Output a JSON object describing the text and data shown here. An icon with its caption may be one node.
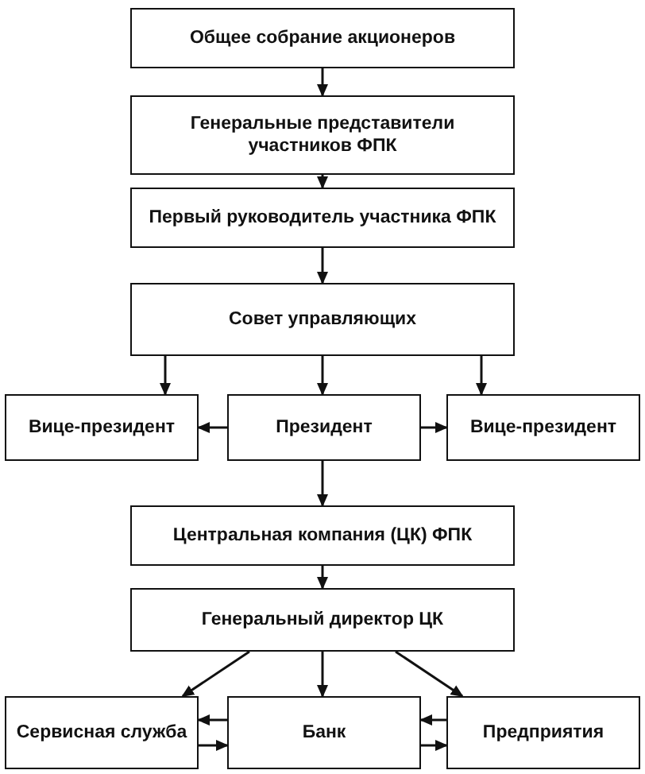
{
  "diagram": {
    "nodes": [
      {
        "text": [
          "Общее собрание акционеров"
        ]
      },
      {
        "text": [
          "Генеральные представители участников ФПК"
        ]
      },
      {
        "text": [
          "Первый руководитель участника ФПК"
        ]
      },
      {
        "text": [
          "Совет управляющих"
        ]
      },
      {
        "text": [
          "Вице-президент"
        ]
      },
      {
        "text": [
          "Президент"
        ]
      },
      {
        "text": [
          "Вице-президент"
        ]
      },
      {
        "text": [
          "Центральная компания (ЦК) ФПК"
        ]
      },
      {
        "text": [
          "Генеральный директор ЦК"
        ]
      },
      {
        "text": [
          "Сервисная служба"
        ]
      },
      {
        "text": [
          "Банк"
        ]
      },
      {
        "text": [
          "Предприятия"
        ]
      }
    ],
    "edges": [
      {
        "from": 0,
        "to": 1,
        "arrow": "to"
      },
      {
        "from": 1,
        "to": 2,
        "arrow": "to"
      },
      {
        "from": 2,
        "to": 3,
        "arrow": "to"
      },
      {
        "from": 3,
        "to": 4,
        "arrow": "to"
      },
      {
        "from": 3,
        "to": 5,
        "arrow": "to"
      },
      {
        "from": 3,
        "to": 6,
        "arrow": "to"
      },
      {
        "from": 5,
        "to": 4,
        "arrow": "to"
      },
      {
        "from": 5,
        "to": 6,
        "arrow": "to"
      },
      {
        "from": 5,
        "to": 7,
        "arrow": "to"
      },
      {
        "from": 7,
        "to": 8,
        "arrow": "to"
      },
      {
        "from": 8,
        "to": 9,
        "arrow": "to"
      },
      {
        "from": 8,
        "to": 10,
        "arrow": "to"
      },
      {
        "from": 8,
        "to": 11,
        "arrow": "to"
      },
      {
        "from": 10,
        "to": 9,
        "arrow": "to"
      },
      {
        "from": 9,
        "to": 10,
        "arrow": "to"
      },
      {
        "from": 11,
        "to": 10,
        "arrow": "to"
      },
      {
        "from": 10,
        "to": 11,
        "arrow": "to"
      }
    ]
  }
}
